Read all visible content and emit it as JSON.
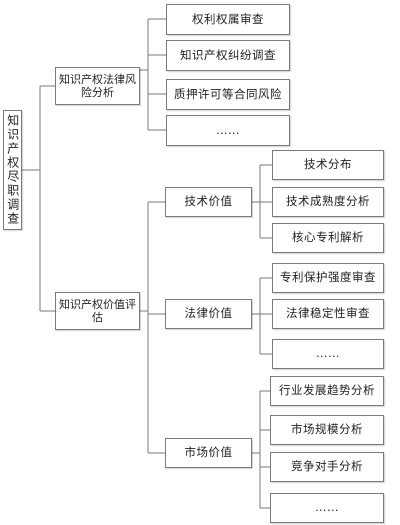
{
  "root": {
    "label": "知识产权尽职调查"
  },
  "categories": [
    {
      "label": "知识产权法律风险分析",
      "leaves": [
        "权利权属审查",
        "知识产权纠纷调查",
        "质押许可等合同风险",
        "……"
      ]
    },
    {
      "label": "知识产权价值评估",
      "subcategories": [
        {
          "label": "技术价值",
          "leaves": [
            "技术分布",
            "技术成熟度分析",
            "核心专利解析"
          ]
        },
        {
          "label": "法律价值",
          "leaves": [
            "专利保护强度审查",
            "法律稳定性审查",
            "……"
          ]
        },
        {
          "label": "市场价值",
          "leaves": [
            "行业发展趋势分析",
            "市场规模分析",
            "竞争对手分析",
            "……"
          ]
        }
      ]
    }
  ]
}
